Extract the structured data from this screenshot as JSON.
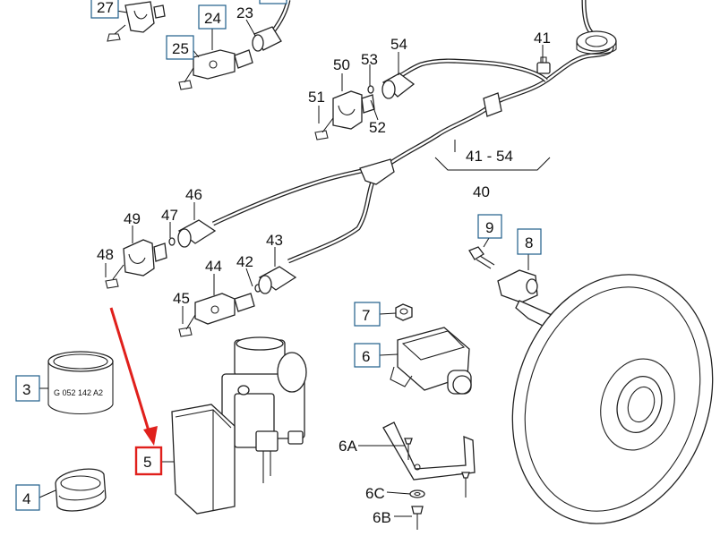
{
  "diagram": {
    "labels": {
      "l27": "27",
      "l24": "24",
      "l23": "23",
      "l25": "25",
      "l54": "54",
      "l41": "41",
      "l50": "50",
      "l53": "53",
      "l51": "51",
      "l52": "52",
      "l41_54": "41 - 54",
      "l40": "40",
      "l46": "46",
      "l49": "49",
      "l47": "47",
      "l48": "48",
      "l43": "43",
      "l44": "44",
      "l42": "42",
      "l45": "45",
      "l9": "9",
      "l8": "8",
      "l7": "7",
      "l6": "6",
      "l3": "3",
      "l4": "4",
      "l5": "5",
      "l6A": "6A",
      "l6C": "6C",
      "l6B": "6B",
      "ring_code": "G 052 142 A2"
    },
    "colors": {
      "highlight": "#e0201c",
      "label_box": "#1f5d8a",
      "line": "#222222"
    }
  }
}
